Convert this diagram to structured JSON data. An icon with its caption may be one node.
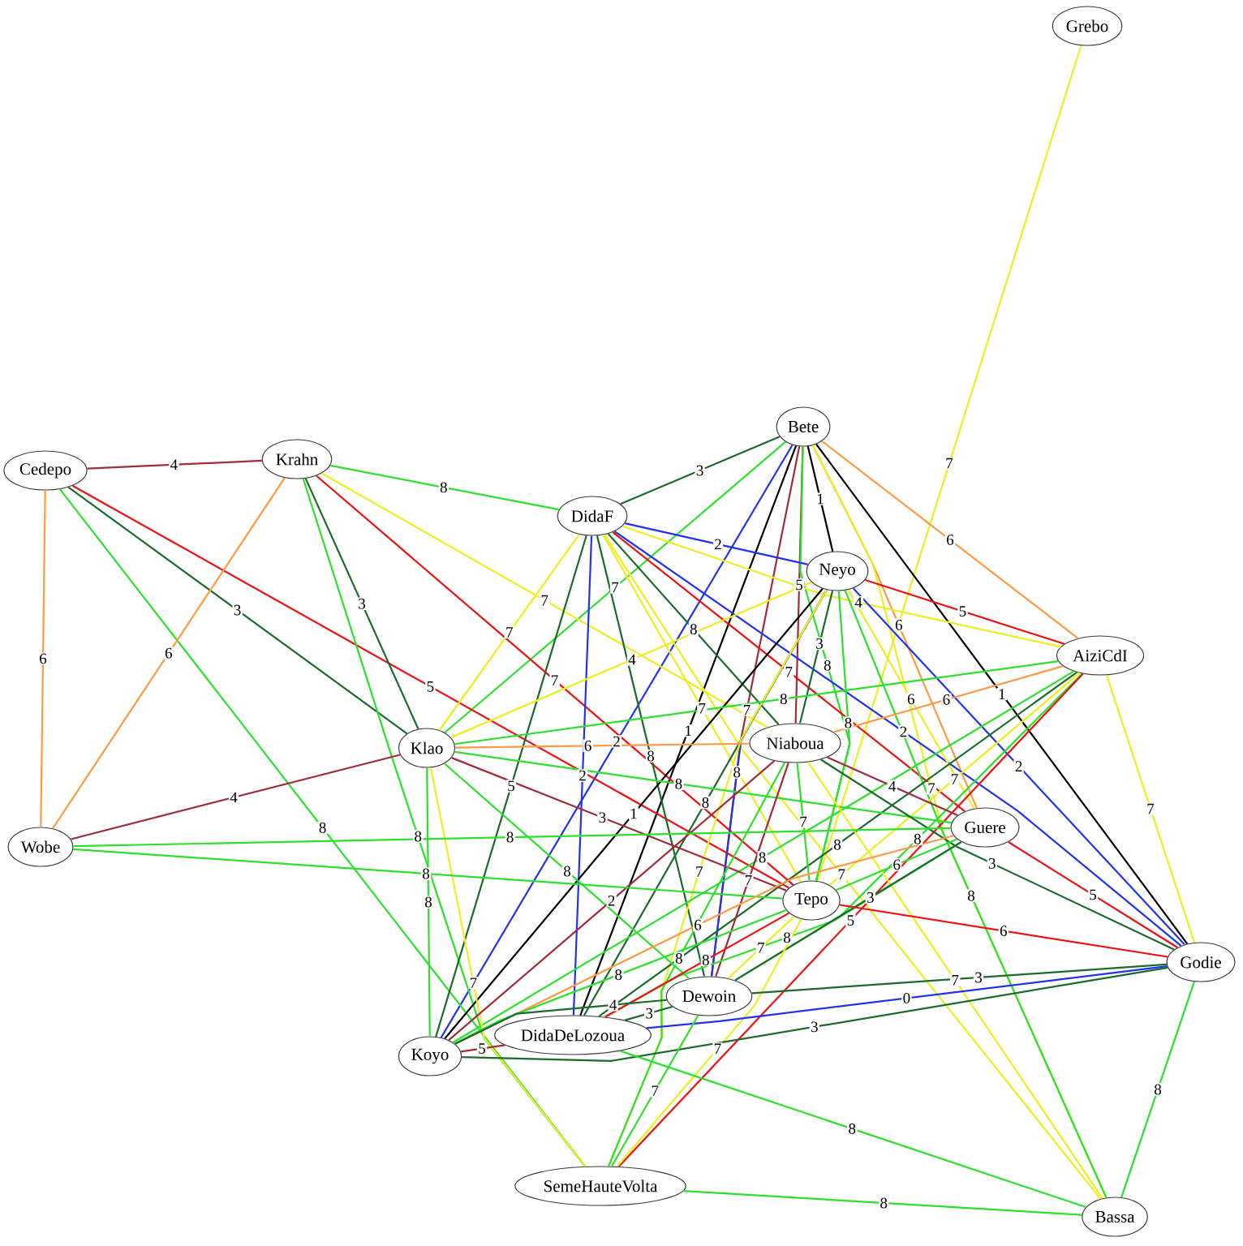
{
  "diagram": {
    "nodes": [
      {
        "text": [
          "Grebo"
        ]
      },
      {
        "text": [
          "Bete"
        ]
      },
      {
        "text": [
          "Cedepo"
        ]
      },
      {
        "text": [
          "Krahn"
        ]
      },
      {
        "text": [
          "DidaF"
        ]
      },
      {
        "text": [
          "Neyo"
        ]
      },
      {
        "text": [
          "AiziCdI"
        ]
      },
      {
        "text": [
          "Klao"
        ]
      },
      {
        "text": [
          "Niaboua"
        ]
      },
      {
        "text": [
          "Wobe"
        ]
      },
      {
        "text": [
          "Guere"
        ]
      },
      {
        "text": [
          "Tepo"
        ]
      },
      {
        "text": [
          "Godie"
        ]
      },
      {
        "text": [
          "Dewoin"
        ]
      },
      {
        "text": [
          "DidaDeLozoua"
        ]
      },
      {
        "text": [
          "Koyo"
        ]
      },
      {
        "text": [
          "SemeHauteVolta"
        ]
      },
      {
        "text": [
          "Bassa"
        ]
      }
    ],
    "edges": [
      {
        "from": 0,
        "to": 11,
        "arrow": "none",
        "label": "7",
        "color": "#eeee22"
      },
      {
        "from": 1,
        "to": 4,
        "arrow": "none",
        "label": "3",
        "color": "#1b6b2b"
      },
      {
        "from": 1,
        "to": 5,
        "arrow": "none",
        "label": "1",
        "color": "#000000"
      },
      {
        "from": 1,
        "to": 6,
        "arrow": "none",
        "label": "6",
        "color": "#ff9944"
      },
      {
        "from": 1,
        "to": 7,
        "arrow": "none",
        "label": "7"
      },
      {
        "from": 1,
        "to": 8,
        "arrow": "none",
        "label": "5",
        "color": "#a02c3c"
      },
      {
        "from": 1,
        "to": 10,
        "arrow": "none",
        "label": "6",
        "color": "#ff9944"
      },
      {
        "from": 1,
        "to": 11,
        "arrow": "none",
        "label": "8"
      },
      {
        "from": 1,
        "to": 12,
        "arrow": "none",
        "label": "1",
        "color": "#000000"
      },
      {
        "from": 1,
        "to": 15,
        "arrow": "none",
        "label": "2",
        "color": "#2233ee"
      },
      {
        "from": 1,
        "to": 14,
        "arrow": "none",
        "label": "1",
        "color": "#000000"
      },
      {
        "from": 1,
        "to": 13,
        "arrow": "none",
        "label": "7",
        "color": "#a02c3c"
      },
      {
        "from": 1,
        "to": 17,
        "arrow": "none",
        "label": "7",
        "color": "#eeee22"
      },
      {
        "from": 2,
        "to": 3,
        "arrow": "none",
        "label": "4",
        "color": "#a02c3c"
      },
      {
        "from": 2,
        "to": 7,
        "arrow": "none",
        "label": "3",
        "color": "#1b6b2b"
      },
      {
        "from": 2,
        "to": 11,
        "arrow": "none",
        "label": "5",
        "color": "#ee1111"
      },
      {
        "from": 2,
        "to": 9,
        "arrow": "none",
        "label": "6",
        "color": "#ff9944"
      },
      {
        "from": 2,
        "to": 16,
        "arrow": "none",
        "label": "8"
      },
      {
        "from": 3,
        "to": 4,
        "arrow": "none",
        "label": "8"
      },
      {
        "from": 3,
        "to": 8,
        "arrow": "none",
        "label": "7",
        "color": "#eeee22"
      },
      {
        "from": 3,
        "to": 11,
        "arrow": "none",
        "label": "7",
        "color": "#ee1111"
      },
      {
        "from": 3,
        "to": 7,
        "arrow": "none",
        "label": "3",
        "color": "#1b6b2b"
      },
      {
        "from": 3,
        "to": 9,
        "arrow": "none",
        "label": "6",
        "color": "#ff9944"
      },
      {
        "from": 3,
        "to": 16,
        "arrow": "none",
        "label": "8"
      },
      {
        "from": 4,
        "to": 5,
        "arrow": "none",
        "label": "2",
        "color": "#2233ee"
      },
      {
        "from": 4,
        "to": 6,
        "arrow": "none",
        "label": "4",
        "color": "#eeee22"
      },
      {
        "from": 4,
        "to": 7,
        "arrow": "none",
        "label": "7",
        "color": "#eeee22"
      },
      {
        "from": 4,
        "to": 8,
        "arrow": "none",
        "label": "8",
        "color": "#1b6b2b"
      },
      {
        "from": 4,
        "to": 10,
        "arrow": "none",
        "label": "7",
        "color": "#ee1111"
      },
      {
        "from": 4,
        "to": 11,
        "arrow": "none",
        "label": "7",
        "color": "#eeee22"
      },
      {
        "from": 4,
        "to": 12,
        "arrow": "none",
        "label": "2",
        "color": "#2233ee"
      },
      {
        "from": 4,
        "to": 13,
        "arrow": "none",
        "label": "8",
        "color": "#1b6b2b"
      },
      {
        "from": 4,
        "to": 14,
        "arrow": "none",
        "label": "2",
        "color": "#2233ee"
      },
      {
        "from": 4,
        "to": 15,
        "arrow": "none",
        "label": "5",
        "color": "#1b6b2b"
      },
      {
        "from": 4,
        "to": 17,
        "arrow": "none",
        "label": "7",
        "color": "#eeee22"
      },
      {
        "from": 5,
        "to": 6,
        "arrow": "none",
        "label": "5",
        "color": "#ee1111"
      },
      {
        "from": 5,
        "to": 7,
        "arrow": "none",
        "label": "4",
        "color": "#eeee22"
      },
      {
        "from": 5,
        "to": 8,
        "arrow": "none",
        "label": "3",
        "color": "#1b6b2b"
      },
      {
        "from": 5,
        "to": 11,
        "arrow": "none",
        "label": "8"
      },
      {
        "from": 5,
        "to": 10,
        "arrow": "none",
        "label": "6",
        "color": "#eeee22"
      },
      {
        "from": 5,
        "to": 12,
        "arrow": "none",
        "label": "2",
        "color": "#2233ee"
      },
      {
        "from": 5,
        "to": 13,
        "arrow": "none",
        "label": "8",
        "color": "#2233ee"
      },
      {
        "from": 5,
        "to": 14,
        "arrow": "none",
        "label": "8",
        "color": "#1b6b2b"
      },
      {
        "from": 5,
        "to": 15,
        "arrow": "none",
        "label": "1",
        "color": "#000000"
      },
      {
        "from": 5,
        "to": 16,
        "arrow": "none",
        "label": "7",
        "color": "#eeee22"
      },
      {
        "from": 5,
        "to": 17,
        "arrow": "none",
        "label": "8"
      },
      {
        "from": 6,
        "to": 7,
        "arrow": "none",
        "label": "8"
      },
      {
        "from": 6,
        "to": 8,
        "arrow": "none",
        "label": "6",
        "color": "#ff9944"
      },
      {
        "from": 6,
        "to": 11,
        "arrow": "none",
        "label": "7",
        "color": "#eeee22"
      },
      {
        "from": 6,
        "to": 12,
        "arrow": "none",
        "label": "7",
        "color": "#eeee22"
      },
      {
        "from": 6,
        "to": 13,
        "arrow": "none",
        "label": "8"
      },
      {
        "from": 6,
        "to": 14,
        "arrow": "none",
        "label": "8",
        "color": "#1b6b2b"
      },
      {
        "from": 6,
        "to": 15,
        "arrow": "none",
        "label": "8"
      },
      {
        "from": 6,
        "to": 16,
        "arrow": "none",
        "label": "5",
        "color": "#ee1111"
      },
      {
        "from": 7,
        "to": 9,
        "arrow": "none",
        "label": "4",
        "color": "#a02c3c"
      },
      {
        "from": 7,
        "to": 8,
        "arrow": "none",
        "label": "6",
        "color": "#ff9944"
      },
      {
        "from": 7,
        "to": 10,
        "arrow": "none",
        "label": "8"
      },
      {
        "from": 7,
        "to": 11,
        "arrow": "none",
        "label": "3",
        "color": "#a02c3c"
      },
      {
        "from": 7,
        "to": 13,
        "arrow": "none",
        "label": "8"
      },
      {
        "from": 7,
        "to": 15,
        "arrow": "none",
        "label": "8"
      },
      {
        "from": 7,
        "to": 16,
        "arrow": "none",
        "label": "7",
        "color": "#eeee22"
      },
      {
        "from": 8,
        "to": 10,
        "arrow": "none",
        "label": "4",
        "color": "#a02c3c"
      },
      {
        "from": 8,
        "to": 11,
        "arrow": "none",
        "label": "7"
      },
      {
        "from": 8,
        "to": 12,
        "arrow": "none",
        "label": "3",
        "color": "#1b6b2b"
      },
      {
        "from": 8,
        "to": 13,
        "arrow": "none",
        "label": "7",
        "color": "#a02c3c"
      },
      {
        "from": 8,
        "to": 15,
        "arrow": "none",
        "label": "2",
        "color": "#a02c3c"
      },
      {
        "from": 8,
        "to": 16,
        "arrow": "none",
        "label": "8"
      },
      {
        "from": 8,
        "to": 17,
        "arrow": "none",
        "label": "7",
        "color": "#eeee22"
      },
      {
        "from": 9,
        "to": 10,
        "arrow": "none",
        "label": "8"
      },
      {
        "from": 9,
        "to": 11,
        "arrow": "none",
        "label": "8"
      },
      {
        "from": 10,
        "to": 11,
        "arrow": "none",
        "label": "6"
      },
      {
        "from": 10,
        "to": 12,
        "arrow": "none",
        "label": "5",
        "color": "#ee1111"
      },
      {
        "from": 10,
        "to": 15,
        "arrow": "none",
        "label": "6",
        "color": "#ff9944"
      },
      {
        "from": 10,
        "to": 14,
        "arrow": "none",
        "label": "8"
      },
      {
        "from": 10,
        "to": 13,
        "arrow": "none",
        "label": "3",
        "color": "#1b6b2b"
      },
      {
        "from": 11,
        "to": 15,
        "arrow": "none",
        "label": "8"
      },
      {
        "from": 11,
        "to": 14,
        "arrow": "none",
        "label": "8",
        "color": "#ee1111"
      },
      {
        "from": 11,
        "to": 13,
        "arrow": "none",
        "label": "7",
        "color": "#eeee22"
      },
      {
        "from": 11,
        "to": 16,
        "arrow": "none",
        "label": "7",
        "color": "#eeee22"
      },
      {
        "from": 11,
        "to": 12,
        "arrow": "none",
        "label": "6",
        "color": "#ee1111"
      },
      {
        "from": 12,
        "to": 13,
        "arrow": "none",
        "label": "3",
        "color": "#1b6b2b"
      },
      {
        "from": 12,
        "to": 14,
        "arrow": "none",
        "label": "0",
        "color": "#2233ee"
      },
      {
        "from": 12,
        "to": 15,
        "arrow": "none",
        "label": "3",
        "color": "#1b6b2b"
      },
      {
        "from": 12,
        "to": 17,
        "arrow": "none",
        "label": "8"
      },
      {
        "from": 13,
        "to": 14,
        "arrow": "none",
        "label": "3",
        "color": "#1b6b2b"
      },
      {
        "from": 13,
        "to": 15,
        "arrow": "none",
        "label": "4",
        "color": "#1b6b2b"
      },
      {
        "from": 14,
        "to": 15,
        "arrow": "none",
        "label": "5",
        "color": "#a02c3c"
      },
      {
        "from": 14,
        "to": 17,
        "arrow": "none",
        "label": "8"
      },
      {
        "from": 16,
        "to": 17,
        "arrow": "none",
        "label": "8"
      },
      {
        "from": 13,
        "to": 16,
        "arrow": "none",
        "label": "7"
      }
    ]
  }
}
